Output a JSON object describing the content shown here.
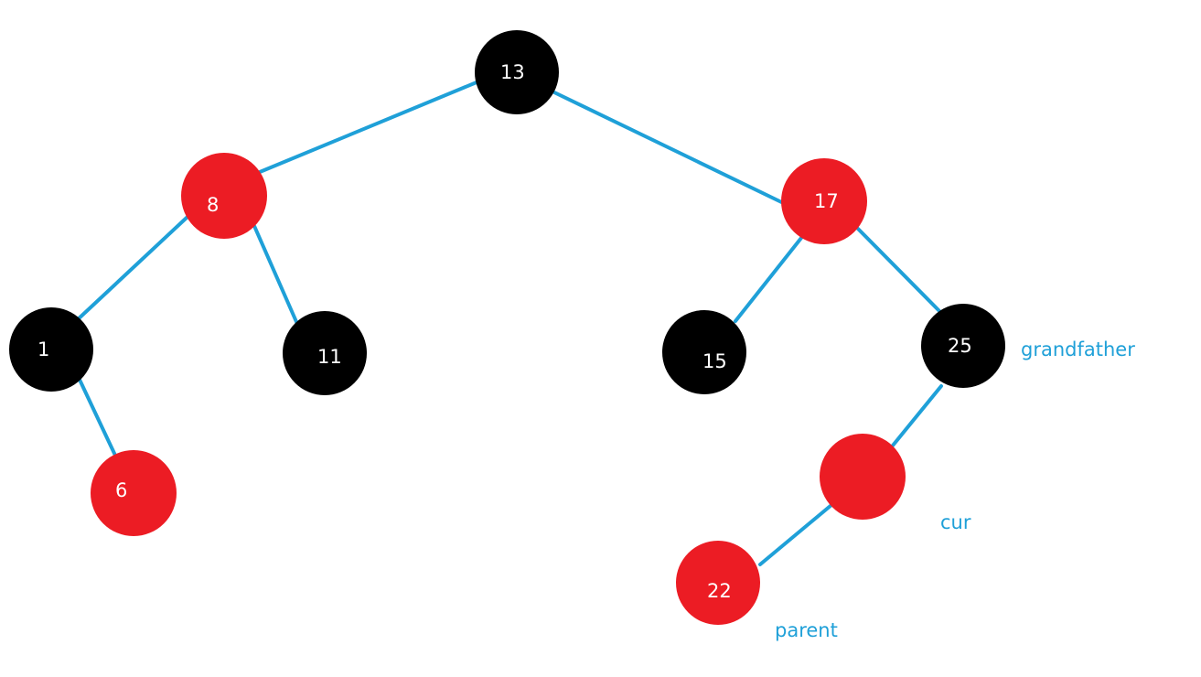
{
  "colors": {
    "edge": "#1fa0d8",
    "red": "#ec1c24",
    "black": "#000000",
    "node_text": "#ffffff",
    "annotation": "#1fa0d8"
  },
  "nodes": [
    {
      "id": "n13",
      "label": "13",
      "color": "black"
    },
    {
      "id": "n8",
      "label": "8",
      "color": "red"
    },
    {
      "id": "n17",
      "label": "17",
      "color": "red"
    },
    {
      "id": "n1",
      "label": "1",
      "color": "black"
    },
    {
      "id": "n11",
      "label": "11",
      "color": "black"
    },
    {
      "id": "n15",
      "label": "15",
      "color": "black"
    },
    {
      "id": "n25",
      "label": "25",
      "color": "black"
    },
    {
      "id": "n6",
      "label": "6",
      "color": "red"
    },
    {
      "id": "ncur",
      "label": "",
      "color": "red"
    },
    {
      "id": "n22",
      "label": "22",
      "color": "red"
    }
  ],
  "edges": [
    {
      "from": "n13",
      "to": "n8"
    },
    {
      "from": "n13",
      "to": "n17"
    },
    {
      "from": "n8",
      "to": "n1"
    },
    {
      "from": "n8",
      "to": "n11"
    },
    {
      "from": "n17",
      "to": "n15"
    },
    {
      "from": "n17",
      "to": "n25"
    },
    {
      "from": "n1",
      "to": "n6"
    },
    {
      "from": "n25",
      "to": "ncur"
    },
    {
      "from": "ncur",
      "to": "n22"
    }
  ],
  "annotations": {
    "grandfather": "grandfather",
    "cur": "cur",
    "parent": "parent"
  }
}
